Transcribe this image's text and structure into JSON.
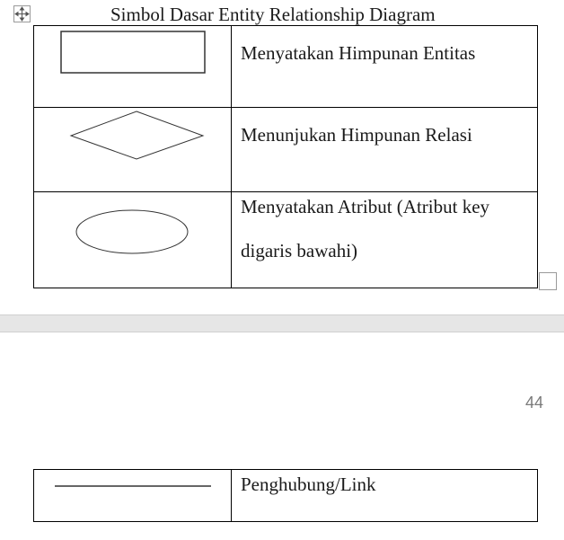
{
  "document": {
    "caption": "Simbol Dasar Entity Relationship Diagram",
    "page_number": "44"
  },
  "table_top": {
    "rows": [
      {
        "symbol": "rectangle",
        "description": "Menyatakan Himpunan Entitas"
      },
      {
        "symbol": "diamond",
        "description": "Menunjukan Himpunan Relasi"
      },
      {
        "symbol": "ellipse",
        "description_line1": "Menyatakan Atribut (Atribut key",
        "description_line2": "digaris bawahi)"
      }
    ]
  },
  "table_bottom": {
    "rows": [
      {
        "symbol": "line",
        "description": "Penghubung/Link"
      }
    ]
  },
  "icons": [
    "move-icon",
    "resize-handle"
  ]
}
